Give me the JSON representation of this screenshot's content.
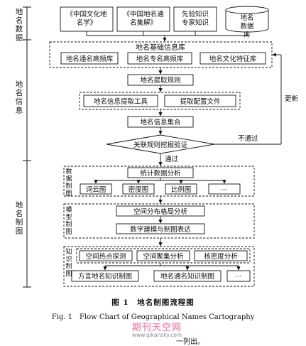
{
  "sections": {
    "data": "地名数据",
    "info": "地名信息",
    "mapping": "地名制图"
  },
  "sources": [
    "《中国文化地名学》",
    "《中国地名通名集解》",
    "先验知识专家知识",
    "地名数据库"
  ],
  "base_db": {
    "title": "地名基础信息库",
    "items": [
      "地名通名高频库",
      "地名专名高频库",
      "地名文化特征库"
    ]
  },
  "extract_rules": "地名提取规则",
  "tools": [
    "地名信息提取工具",
    "提取配置文件"
  ],
  "info_set": "地名信息集合",
  "verify": "关联规则挖掘验证",
  "labels": {
    "update": "更新",
    "fail": "不通过",
    "pass": "通过"
  },
  "data_mapping": {
    "title": "数据制图",
    "stat": "统计数据分析",
    "charts": [
      "词云图",
      "密度图",
      "比例图",
      "···"
    ]
  },
  "model_mapping": {
    "title": "模型制图",
    "steps": [
      "空间分布格局分析",
      "数学建模与制图表达"
    ]
  },
  "knowledge_mapping": {
    "title": "知识制图",
    "analysis": [
      "空间热点探测",
      "空间聚集分析",
      "核密度分析"
    ],
    "maps": [
      "方言地名知识制图",
      "地名通名知识制图",
      "···"
    ]
  },
  "caption": {
    "cn": "图 1　地名制图流程图",
    "en": "Fig. 1　Flow Chart of Geographical Names Cartography"
  },
  "watermark": {
    "name": "期刊天空网",
    "url": "www.qikansky.com"
  },
  "trailing_text": "一列出。"
}
